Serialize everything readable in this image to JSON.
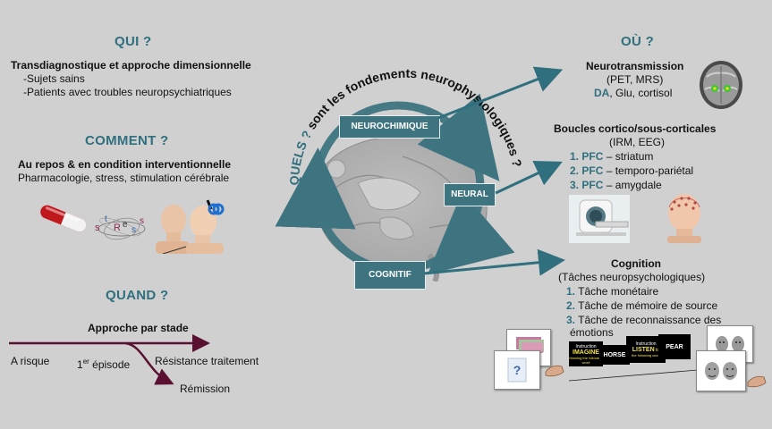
{
  "left": {
    "qui": {
      "heading": "QUI ?",
      "title": "Transdiagnostique et approche dimensionnelle",
      "items": [
        "-Sujets sains",
        "-Patients avec troubles neuropsychiatriques"
      ]
    },
    "comment": {
      "heading": "COMMENT ?",
      "title": "Au repos & en condition interventionnelle",
      "sub": "Pharmacologie, stress, stimulation cérébrale",
      "stress_word": "stRess"
    },
    "quand": {
      "heading": "QUAND ?",
      "title": "Approche par stade",
      "label_risk": "A risque",
      "label_first_num": "1",
      "label_first_sup": "er",
      "label_first_rest": " épisode",
      "label_resistance": "Résistance traitement",
      "label_remission": "Rémission"
    }
  },
  "center": {
    "arc_text": "QUELS ? sont les fondements neurophysiologiques ?",
    "box_neurochimique": "NEUROCHIMIQUE",
    "box_neural": "NEURAL",
    "box_cognitif": "COGNITIF"
  },
  "right": {
    "heading": "OÙ ?",
    "neuro": {
      "title": "Neurotransmission",
      "line1": "(PET, MRS)",
      "da": "DA",
      "line2_rest": ", Glu, cortisol"
    },
    "boucles": {
      "title": "Boucles cortico/sous-corticales",
      "line1": "(IRM, EEG)",
      "items": [
        {
          "num": "1.",
          "pfc": "PFC",
          "rest": " – striatum"
        },
        {
          "num": "2.",
          "pfc": "PFC",
          "rest": " – temporo-pariétal"
        },
        {
          "num": "3.",
          "pfc": "PFC",
          "rest": " – amygdale"
        }
      ]
    },
    "cognition": {
      "title": "Cognition",
      "line1": "(Tâches neuropsychologiques)",
      "items": [
        {
          "num": "1.",
          "text": " Tâche monétaire"
        },
        {
          "num": "2.",
          "text": " Tâche de mémoire de source"
        },
        {
          "num": "3.",
          "text": " Tâche de reconnaissance des"
        }
      ],
      "item3_cont": "émotions"
    },
    "task": {
      "instruction1": "Instruction",
      "imagine": "IMAGINE",
      "imagine_sub": "Hearing the following word",
      "horse": "HORSE",
      "instruction2": "Instruction",
      "listen": "LISTEN",
      "listen_to": " to",
      "listen_sub": "the following word",
      "pear": "PEAR"
    }
  },
  "colors": {
    "accent": "#2f6f7e",
    "box": "#3d7480",
    "timeline": "#5a1030",
    "background": "#d0d0d0"
  }
}
